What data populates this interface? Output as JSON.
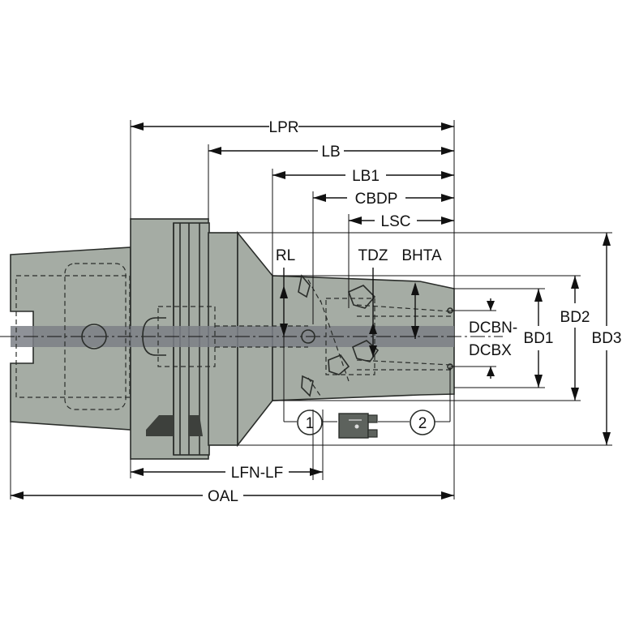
{
  "labels": {
    "lpr": "LPR",
    "lb": "LB",
    "lb1": "LB1",
    "cbdp": "CBDP",
    "lsc": "LSC",
    "rl": "RL",
    "tdz": "TDZ",
    "bhta": "BHTA",
    "dcbn": "DCBN-",
    "dcbx": "DCBX",
    "bd1": "BD1",
    "bd2": "BD2",
    "bd3": "BD3",
    "lfn_lf": "LFN-LF",
    "oal": "OAL",
    "callout1": "1",
    "callout2": "2"
  },
  "colors": {
    "body": "#a5aca4",
    "axis_band": "#7b7f86",
    "line": "#2a2d2a"
  }
}
